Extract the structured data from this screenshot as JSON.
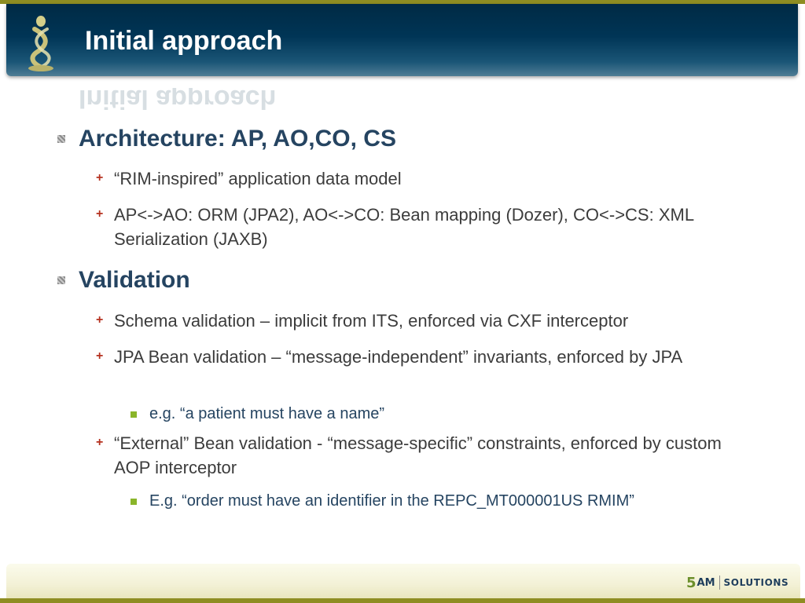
{
  "slide": {
    "title": "Initial approach",
    "bullets": [
      {
        "text": "Architecture: AP, AO,CO, CS",
        "sub": [
          {
            "text": "“RIM-inspired” application data model"
          },
          {
            "text": "AP<->AO: ORM (JPA2), AO<->CO: Bean mapping (Dozer), CO<->CS: XML Serialization (JAXB)"
          }
        ]
      },
      {
        "text": "Validation",
        "sub": [
          {
            "text": "Schema validation – implicit from ITS, enforced via CXF interceptor"
          },
          {
            "text": "JPA Bean validation – “message-independent” invariants, enforced by JPA",
            "sub": [
              {
                "text": "e.g. “a patient must have a name”"
              }
            ]
          },
          {
            "text": "“External” Bean validation  - “message-specific” constraints, enforced by custom AOP interceptor",
            "sub": [
              {
                "text": "E.g. “order must have an identifier in the REPC_MT000001US RMIM”"
              }
            ]
          }
        ]
      }
    ]
  },
  "branding": {
    "logo_icon": "dna-figure-icon",
    "brand_5": "5",
    "brand_am": "AM",
    "brand_solutions": "SOLUTIONS"
  },
  "colors": {
    "header": "#003556",
    "accent_rule": "#8e8d22",
    "heading_text": "#254461",
    "sub_bullet": "#b5311f",
    "subsub_bullet": "#8ab52a"
  }
}
